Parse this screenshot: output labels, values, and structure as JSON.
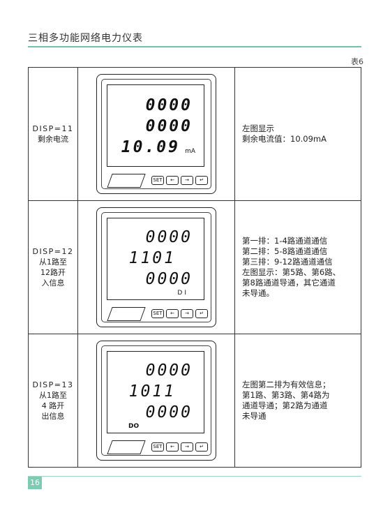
{
  "header": {
    "title": "三相多功能网络电力仪表"
  },
  "table_label": "表6",
  "keys": [
    "SET",
    "←",
    "→",
    "↵"
  ],
  "rows": [
    {
      "label_code": "DISP=11",
      "label_lines": [
        "剩余电流"
      ],
      "display": {
        "line1": "0000",
        "line2": "0000",
        "line3": "10.09",
        "unit": "mA"
      },
      "desc_lines": [
        "左图显示",
        "剩余电流值：10.09mA"
      ]
    },
    {
      "label_code": "DISP=12",
      "label_lines": [
        "从1路至",
        "12路开",
        "入信息"
      ],
      "display": {
        "line1": "0000",
        "line2": "1101",
        "line3": "0000",
        "unit": "DI"
      },
      "desc_lines": [
        "第一排：1-4路通道通信",
        "第二排：5-8路通道通信",
        "第三排：9-12路通道通信",
        "左图显示：第5路、第6路、",
        "第8路通道导通，其它通道",
        "未导通。"
      ]
    },
    {
      "label_code": "DISP=13",
      "label_lines": [
        "从1路至",
        "4 路开",
        "出信息"
      ],
      "display": {
        "line1": "0000",
        "line2": "1011",
        "line3": "0000",
        "unit": "DO"
      },
      "desc_lines": [
        "左图第二排为有效信息；",
        "第1路、第3路、第4路为",
        "通道导通；第2路为通道",
        "未导通"
      ]
    }
  ],
  "page_number": "16"
}
